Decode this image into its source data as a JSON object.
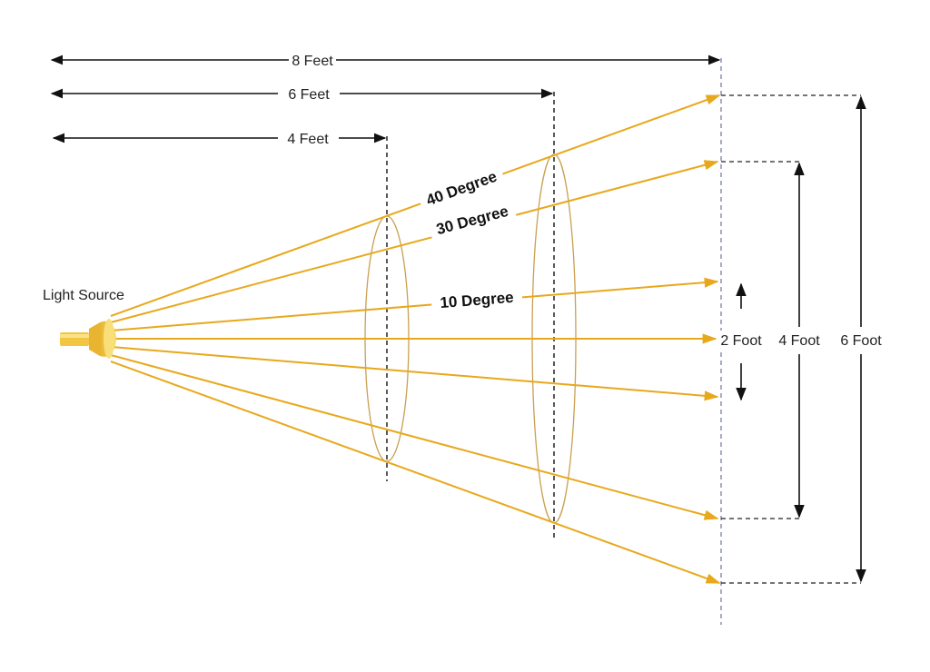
{
  "diagram": {
    "source_label": "Light Source",
    "distance_labels": [
      "8 Feet",
      "6 Feet",
      "4 Feet"
    ],
    "angle_labels": [
      "40 Degree",
      "30 Degree",
      "10 Degree"
    ],
    "spread_labels": [
      "2 Foot",
      "4 Foot",
      "6 Foot"
    ]
  },
  "colors": {
    "beam": "#E8A81C",
    "lamp": "#F2C641",
    "ink": "#111111",
    "ellipse": "#C9A050",
    "target_dash": "#8A8FB0"
  }
}
